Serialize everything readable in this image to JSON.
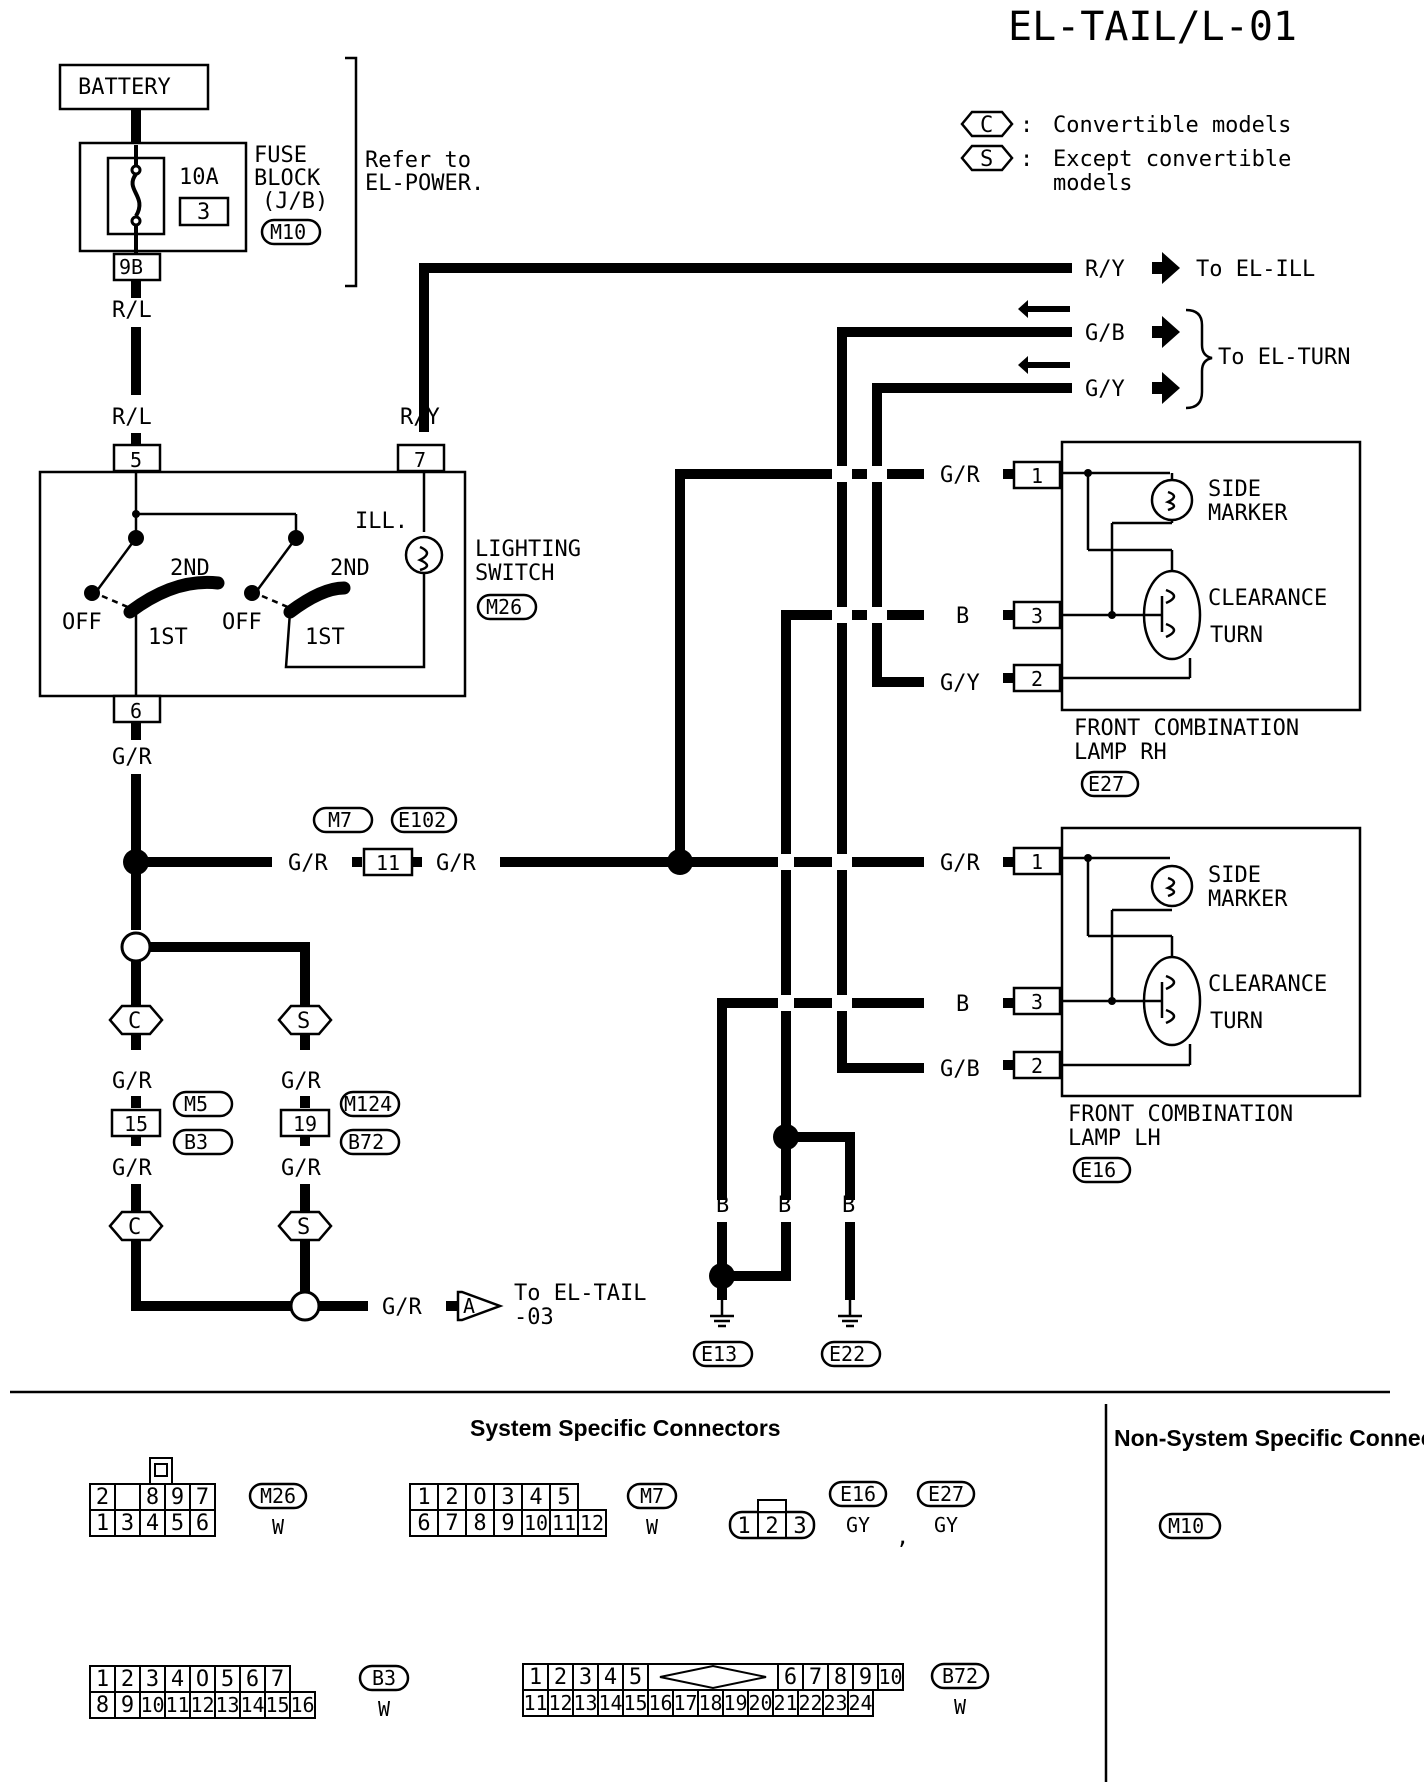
{
  "title": "EL-TAIL/L-01",
  "legend": {
    "c_symbol": "C",
    "c_text": "Convertible models",
    "s_symbol": "S",
    "s_text_1": "Except convertible",
    "s_text_2": "models"
  },
  "battery": {
    "label": "BATTERY"
  },
  "fuse_block": {
    "amp": "10A",
    "fuse_no": "3",
    "label_1": "FUSE",
    "label_2": "BLOCK",
    "label_3": "(J/B)",
    "connector": "M10",
    "terminal": "9B",
    "refer_1": "Refer to",
    "refer_2": "EL-POWER."
  },
  "lighting_switch": {
    "label_1": "LIGHTING",
    "label_2": "SWITCH",
    "connector": "M26",
    "term_in": "5",
    "term_ill": "7",
    "term_out": "6",
    "ill": "ILL.",
    "off": "OFF",
    "first": "1ST",
    "second": "2ND"
  },
  "wires": {
    "rl": "R/L",
    "ry": "R/Y",
    "gr": "G/R",
    "gb": "G/B",
    "gy": "G/Y",
    "b": "B"
  },
  "destinations": {
    "el_ill": "To EL-ILL",
    "el_turn": "To EL-TURN",
    "el_tail_1": "To EL-TAIL",
    "el_tail_2": "-03",
    "connector_a": "A"
  },
  "inline_connectors": {
    "m7": "M7",
    "e102": "E102",
    "t11": "11",
    "m5": "M5",
    "b3": "B3",
    "t15": "15",
    "m124": "M124",
    "b72": "B72",
    "t19": "19"
  },
  "lamp_rh": {
    "side": "SIDE",
    "marker": "MARKER",
    "clearance": "CLEARANCE",
    "turn": "TURN",
    "label_1": "FRONT COMBINATION",
    "label_2": "LAMP RH",
    "connector": "E27",
    "t1": "1",
    "t2": "2",
    "t3": "3"
  },
  "lamp_lh": {
    "side": "SIDE",
    "marker": "MARKER",
    "clearance": "CLEARANCE",
    "turn": "TURN",
    "label_1": "FRONT COMBINATION",
    "label_2": "LAMP LH",
    "connector": "E16",
    "t1": "1",
    "t2": "2",
    "t3": "3"
  },
  "grounds": {
    "e13": "E13",
    "e22": "E22"
  },
  "bottom": {
    "system_header": "System Specific Connectors",
    "non_system_header": "Non-System Specific Connectors",
    "m26": {
      "name": "M26",
      "color": "W",
      "row1": [
        "2",
        "",
        "8",
        "9",
        "7"
      ],
      "row2": [
        "1",
        "3",
        "4",
        "5",
        "6"
      ]
    },
    "m7": {
      "name": "M7",
      "color": "W",
      "row1": [
        "1",
        "2",
        "O",
        "3",
        "4",
        "5"
      ],
      "row2": [
        "6",
        "7",
        "8",
        "9",
        "10",
        "11",
        "12"
      ]
    },
    "e16": {
      "name": "E16",
      "color": "GY"
    },
    "e27": {
      "name": "E27",
      "color": "GY"
    },
    "e_pins": [
      "1",
      "2",
      "3"
    ],
    "sep": ",",
    "b3": {
      "name": "B3",
      "color": "W",
      "row1": [
        "1",
        "2",
        "3",
        "4",
        "O",
        "5",
        "6",
        "7"
      ],
      "row2": [
        "8",
        "9",
        "10",
        "11",
        "12",
        "13",
        "14",
        "15",
        "16"
      ]
    },
    "b72": {
      "name": "B72",
      "color": "W",
      "row1a": [
        "1",
        "2",
        "3",
        "4",
        "5"
      ],
      "row1b": [
        "6",
        "7",
        "8",
        "9",
        "10"
      ],
      "row2": [
        "11",
        "12",
        "13",
        "14",
        "15",
        "16",
        "17",
        "18",
        "19",
        "20",
        "21",
        "22",
        "23",
        "24"
      ]
    },
    "m10": "M10"
  }
}
